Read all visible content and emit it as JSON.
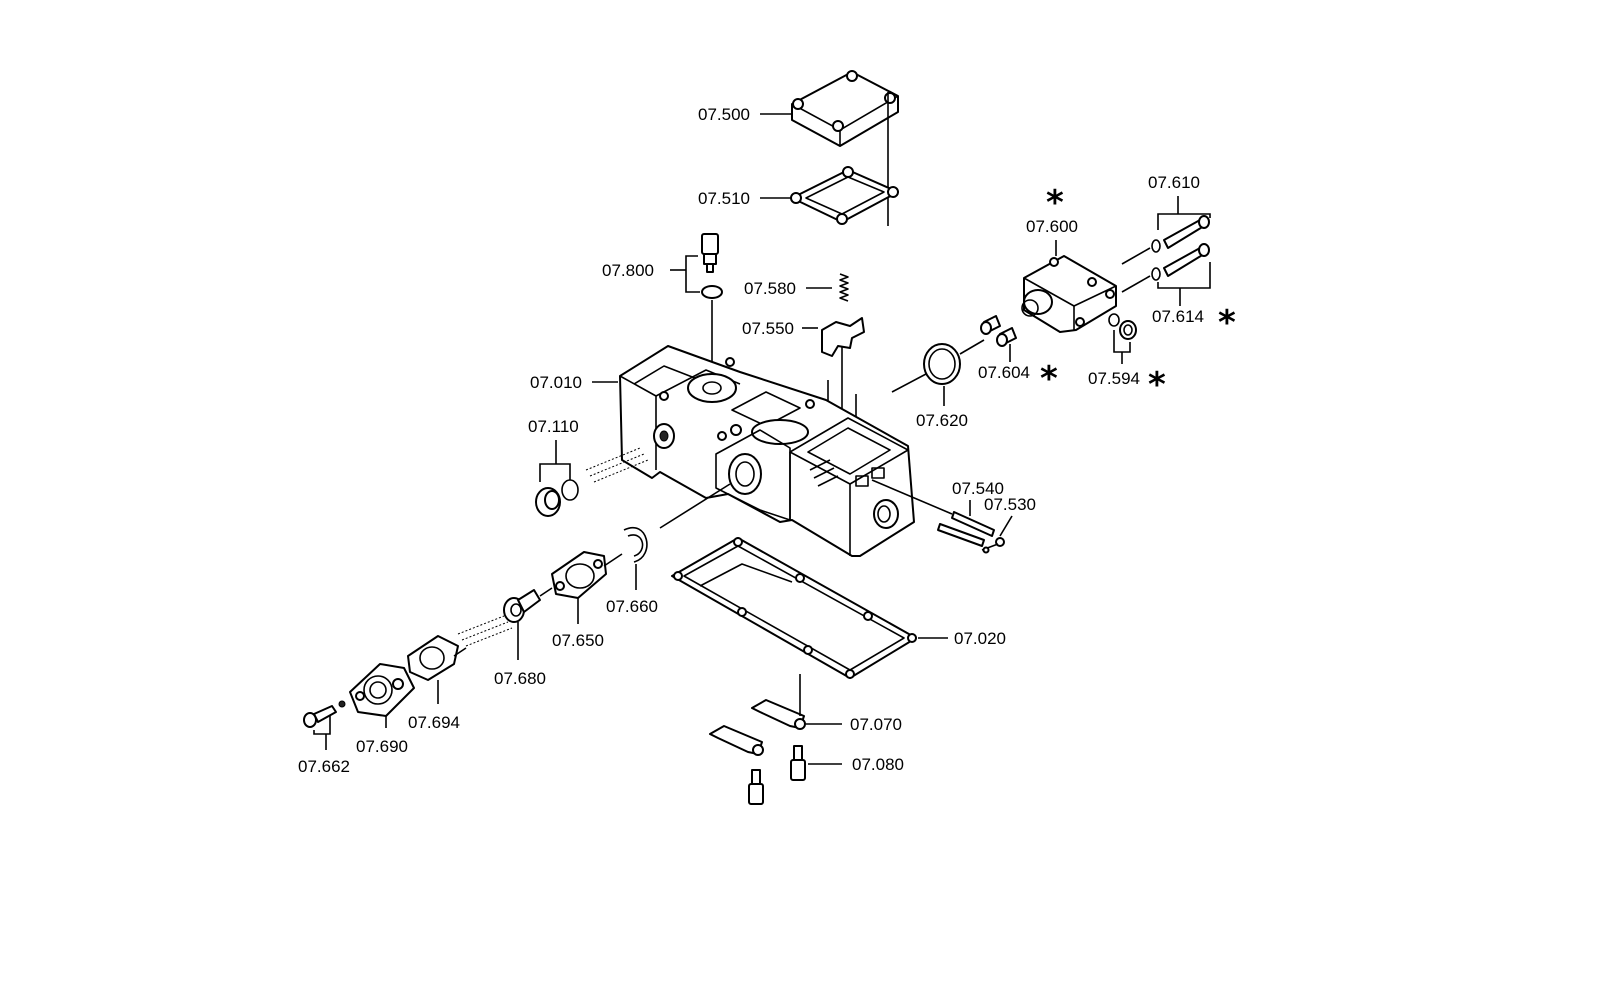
{
  "diagram": {
    "asterisk": "*",
    "labels": {
      "p07500": "07.500",
      "p07510": "07.510",
      "p07800": "07.800",
      "p07580": "07.580",
      "p07550": "07.550",
      "p07010": "07.010",
      "p07110": "07.110",
      "p07600": "07.600",
      "p07610": "07.610",
      "p07614": "07.614",
      "p07604": "07.604",
      "p07594": "07.594",
      "p07620": "07.620",
      "p07540": "07.540",
      "p07530": "07.530",
      "p07020": "07.020",
      "p07660": "07.660",
      "p07650": "07.650",
      "p07680": "07.680",
      "p07694": "07.694",
      "p07690": "07.690",
      "p07662": "07.662",
      "p07070": "07.070",
      "p07080": "07.080"
    }
  }
}
